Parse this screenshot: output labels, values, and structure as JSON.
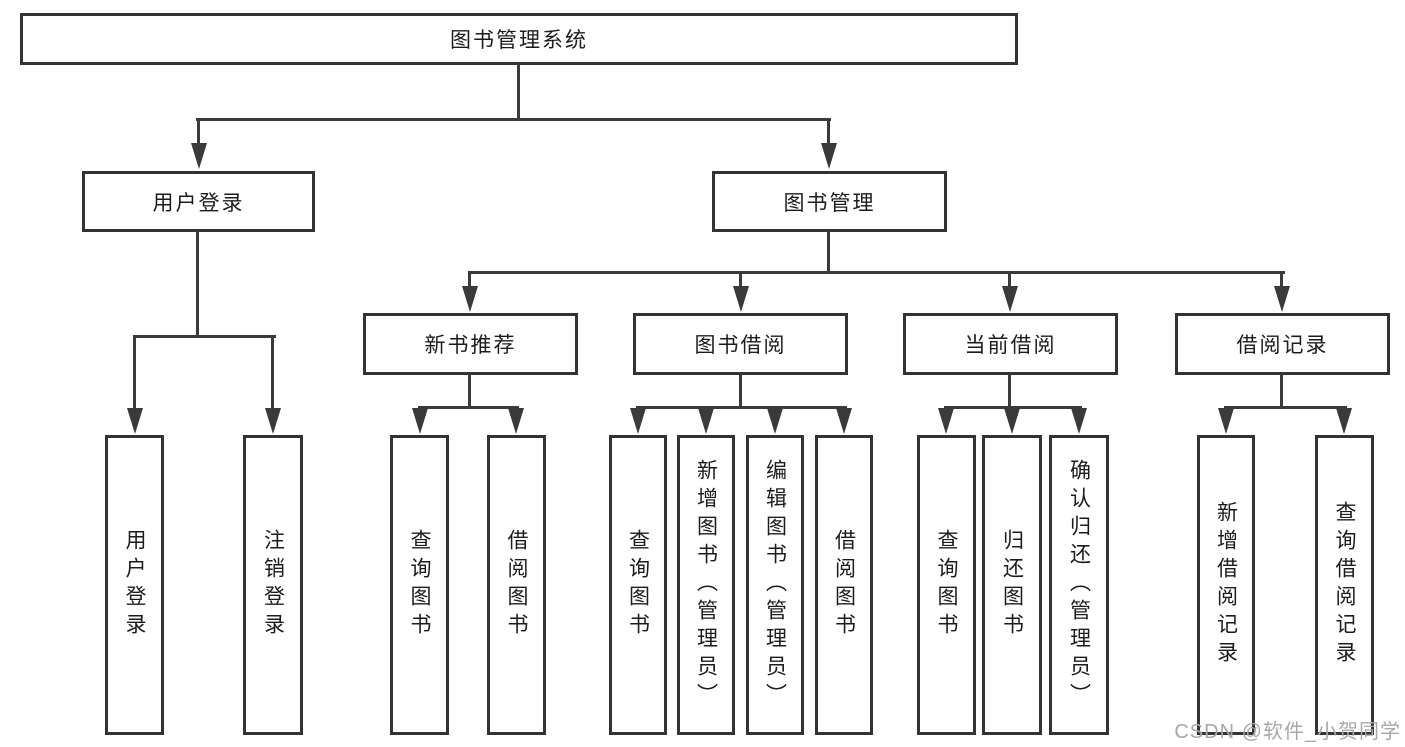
{
  "colors": {
    "line": "#3a3a3a",
    "box_border": "#333333",
    "text": "#1c1c1c",
    "watermark": "#a8a8a8",
    "background": "#ffffff"
  },
  "tree": {
    "label": "图书管理系统",
    "children": [
      {
        "label": "用户登录",
        "children": [
          {
            "label": "用户登录"
          },
          {
            "label": "注销登录"
          }
        ]
      },
      {
        "label": "图书管理",
        "children": [
          {
            "label": "新书推荐",
            "children": [
              {
                "label": "查询图书"
              },
              {
                "label": "借阅图书"
              }
            ]
          },
          {
            "label": "图书借阅",
            "children": [
              {
                "label": "查询图书"
              },
              {
                "label": "新增图书（管理员）"
              },
              {
                "label": "编辑图书（管理员）"
              },
              {
                "label": "借阅图书"
              }
            ]
          },
          {
            "label": "当前借阅",
            "children": [
              {
                "label": "查询图书"
              },
              {
                "label": "归还图书"
              },
              {
                "label": "确认归还（管理员）"
              }
            ]
          },
          {
            "label": "借阅记录",
            "children": [
              {
                "label": "新增借阅记录"
              },
              {
                "label": "查询借阅记录"
              }
            ]
          }
        ]
      }
    ]
  },
  "watermark": {
    "text": "CSDN @软件_小贺同学"
  }
}
